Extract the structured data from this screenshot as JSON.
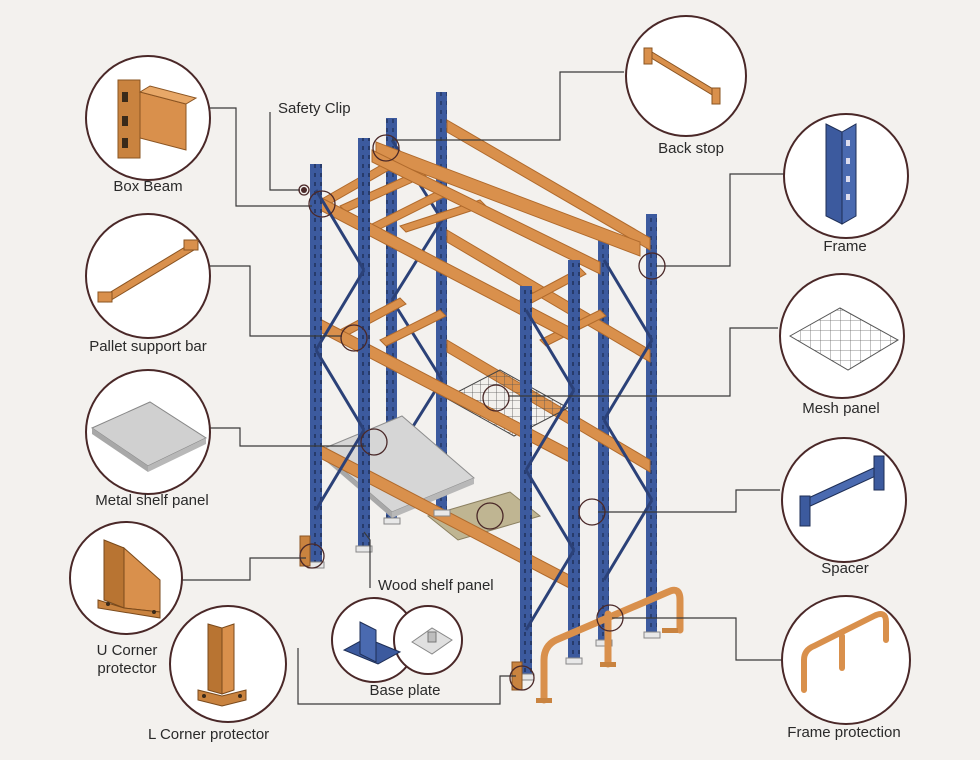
{
  "colors": {
    "frame": "#3c5a9e",
    "frame_dark": "#2b4178",
    "beam": "#d9904c",
    "beam_dark": "#b06a2c",
    "leader": "#3a3a3a",
    "circle": "#4a2828",
    "background": "#f3f1ee"
  },
  "icons": [
    "box-beam-icon",
    "pallet-support-bar-icon",
    "metal-shelf-panel-icon",
    "u-corner-protector-icon",
    "l-corner-protector-icon",
    "base-plate-icon",
    "back-stop-icon",
    "frame-icon",
    "mesh-panel-icon",
    "spacer-icon",
    "frame-protection-icon",
    "safety-clip-icon"
  ],
  "labels": {
    "safety_clip": "Safety Clip",
    "box_beam": "Box Beam",
    "pallet_support_bar": "Pallet support bar",
    "metal_shelf_panel": "Metal shelf panel",
    "u_corner_protector_line1": "U Corner",
    "u_corner_protector_line2": "protector",
    "l_corner_protector": "L Corner protector",
    "base_plate": "Base plate",
    "wood_shelf_panel": "Wood shelf panel",
    "back_stop": "Back stop",
    "frame": "Frame",
    "mesh_panel": "Mesh panel",
    "spacer": "Spacer",
    "frame_protection": "Frame protection"
  }
}
